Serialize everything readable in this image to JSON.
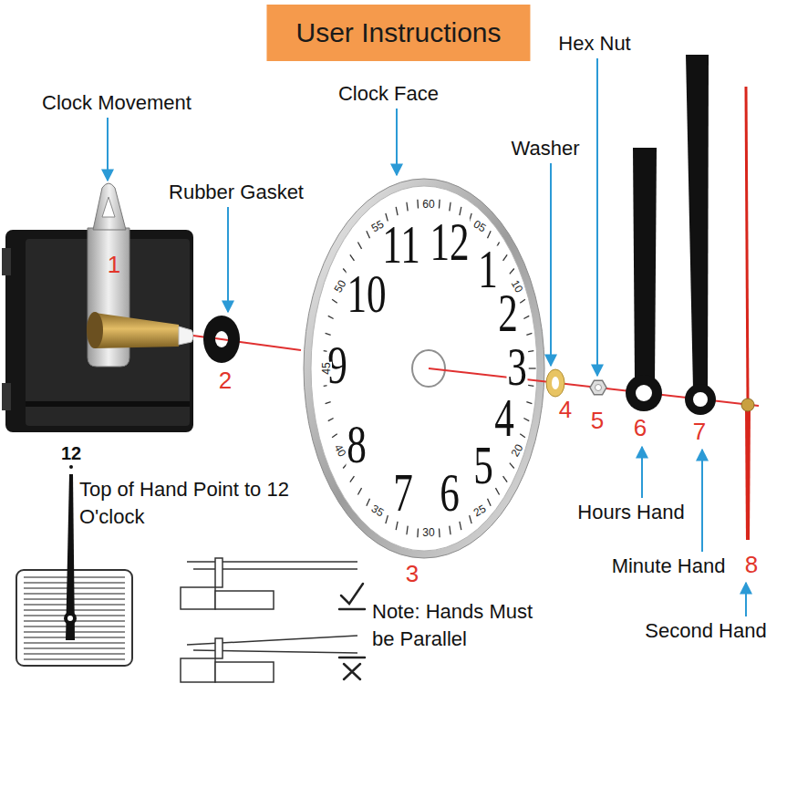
{
  "diagram": {
    "title": "User Instructions",
    "labels": [
      "Clock Movement",
      "Rubber Gasket",
      "Clock Face",
      "Hex Nut",
      "Washer",
      "1",
      "2",
      "3",
      "4",
      "5",
      "6",
      "7",
      "8",
      "Hours Hand",
      "Minute Hand",
      "Second Hand",
      "12",
      "1",
      "2",
      "3",
      "4",
      "5",
      "6",
      "7",
      "8",
      "9",
      "10",
      "11",
      "55",
      "60",
      "05",
      "10",
      "20",
      "25",
      "30",
      "35",
      "40",
      "45",
      "50",
      "12",
      "Top of Hand Point to 12 O'clock",
      "Note: Hands Must be Parallel"
    ]
  }
}
